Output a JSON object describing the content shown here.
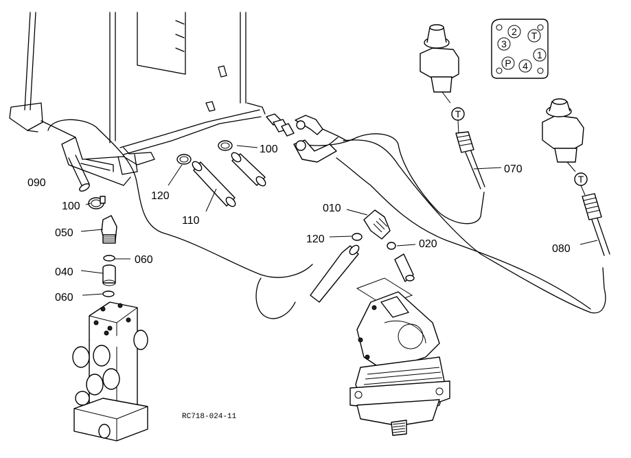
{
  "labels": {
    "p010": "010",
    "p020": "020",
    "p040": "040",
    "p050": "050",
    "p060a": "060",
    "p060b": "060",
    "p070": "070",
    "p080": "080",
    "p090": "090",
    "p100a": "100",
    "p100b": "100",
    "p110": "110",
    "p120a": "120",
    "p120b": "120"
  },
  "ports": {
    "t": "T",
    "p": "P",
    "one": "1",
    "two": "2",
    "three": "3",
    "four": "4",
    "tag_t1": "T",
    "tag_t2": "T"
  },
  "drawing_code": "RC718-024-11"
}
